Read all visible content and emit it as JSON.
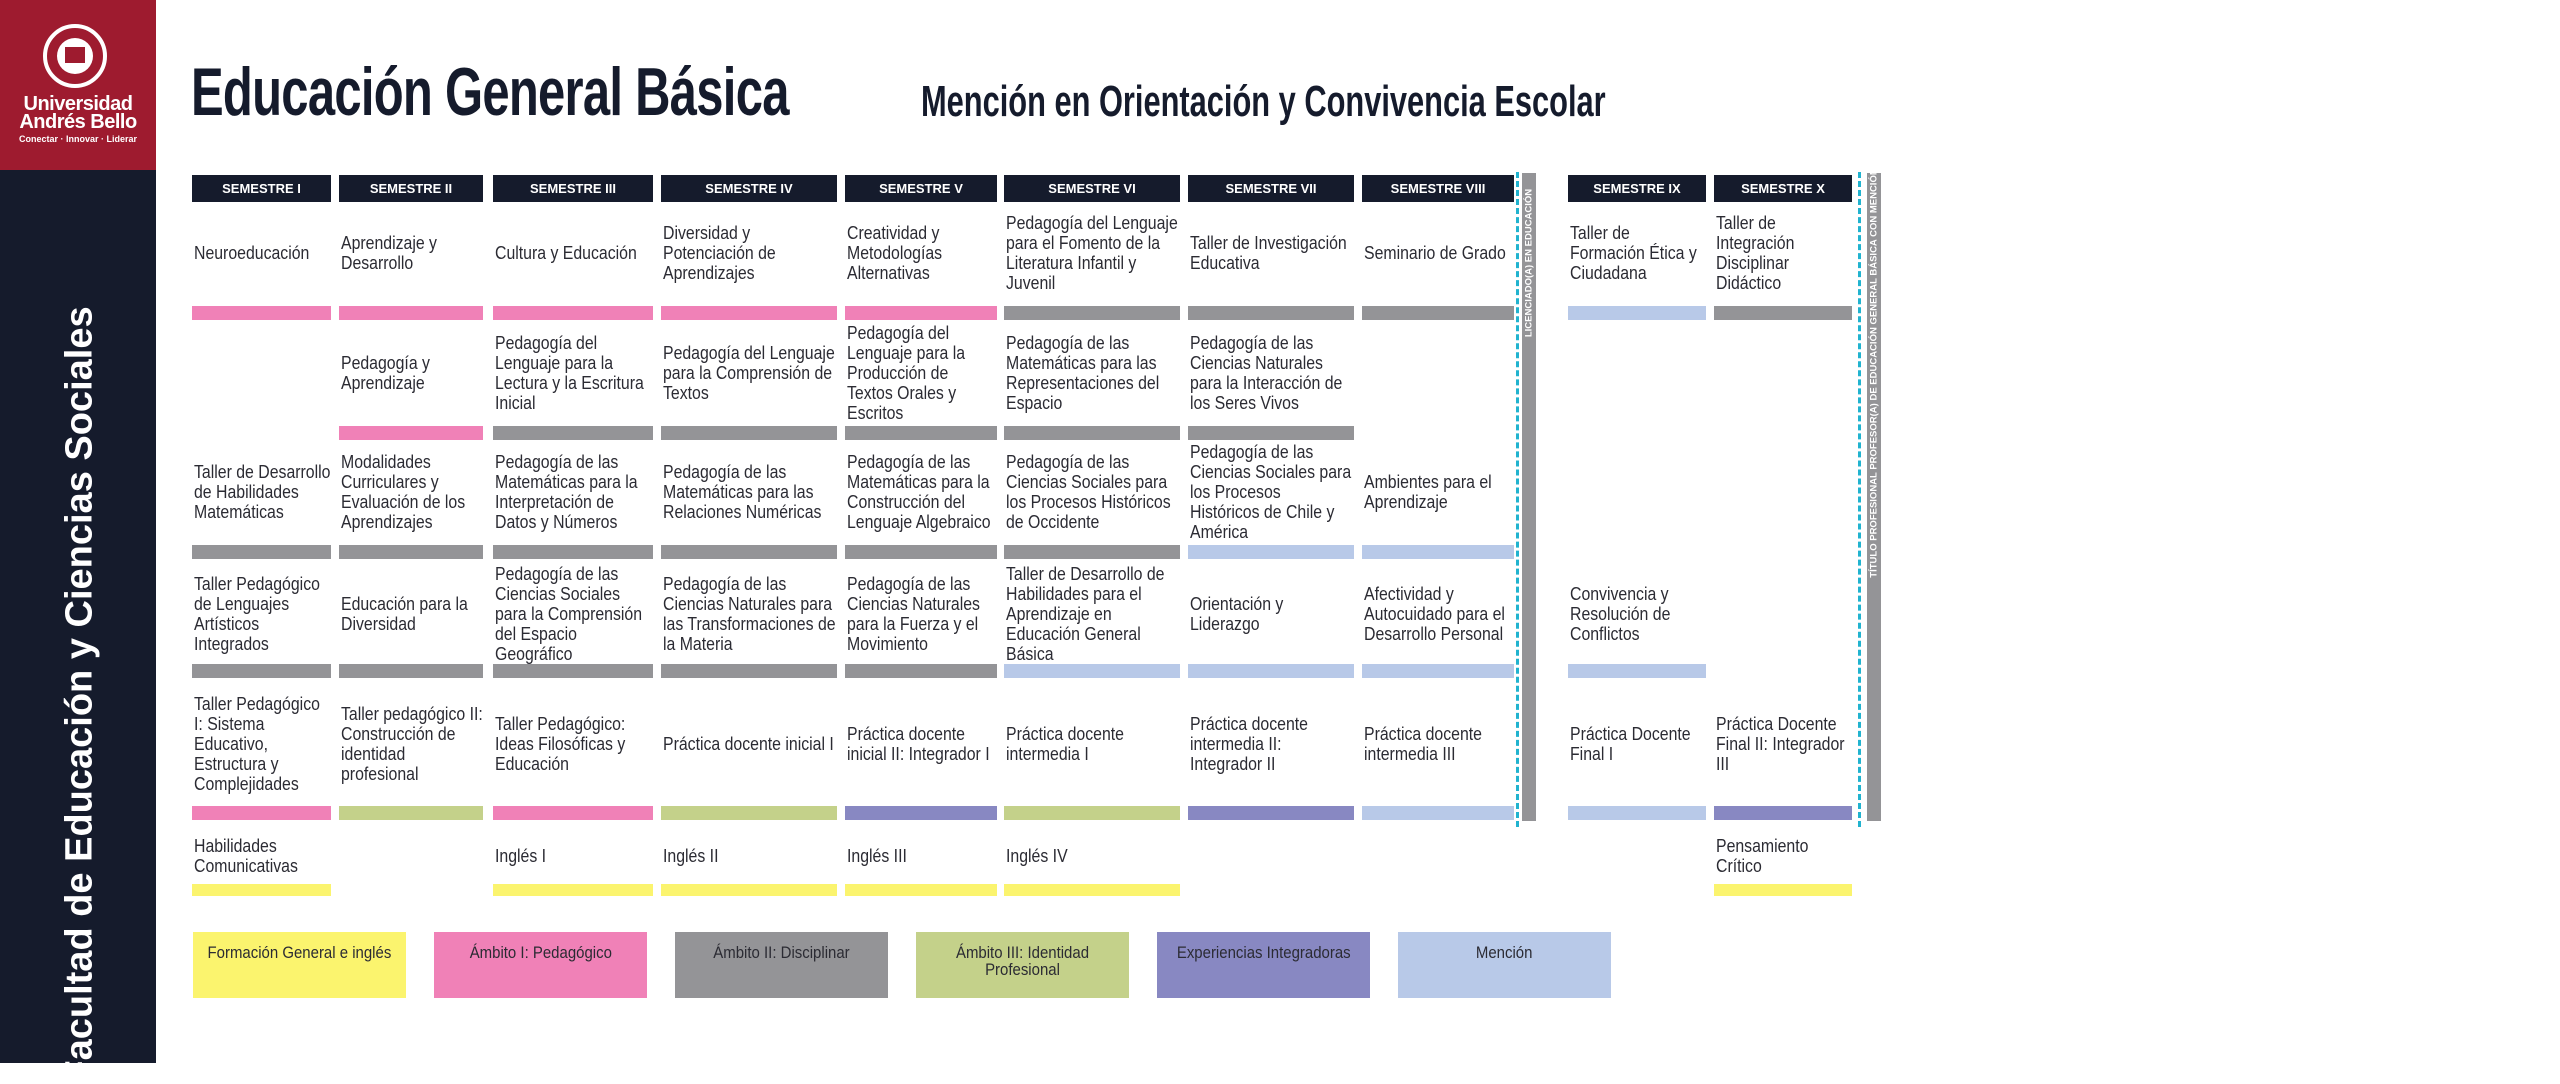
{
  "logo": {
    "line1": "Universidad",
    "line2": "Andrés Bello",
    "tagline": "Conectar · Innovar · Liderar"
  },
  "sidebar": {
    "faculty": "Facultad de Educación y Ciencias Sociales"
  },
  "header": {
    "title": "Educación General Básica",
    "subtitle": "Mención en Orientación y Convivencia Escolar"
  },
  "colors": {
    "formacion": "#fbf46e",
    "ambito1": "#f081b7",
    "ambito2": "#949497",
    "ambito3": "#c4d18a",
    "experiencias": "#8888c2",
    "mencion": "#b8c9e8",
    "navy": "#151b2c",
    "brand": "#9e1b2f"
  },
  "semesters": [
    {
      "name": "SEMESTRE I",
      "courses": [
        {
          "row": 0,
          "text": "Neuroeducación",
          "color": "p"
        },
        {
          "row": 2,
          "text": "Taller de Desarrollo de Habilidades Matemáticas",
          "color": "g"
        },
        {
          "row": 3,
          "text": "Taller Pedagógico de Lenguajes Artísticos Integrados",
          "color": "g"
        },
        {
          "row": 4,
          "text": "Taller Pedagógico I: Sistema Educativo, Estructura y Complejidades",
          "color": "p"
        },
        {
          "row": 5,
          "text": "Habilidades Comunicativas",
          "color": "y"
        }
      ]
    },
    {
      "name": "SEMESTRE II",
      "courses": [
        {
          "row": 0,
          "text": "Aprendizaje y Desarrollo",
          "color": "p"
        },
        {
          "row": 1,
          "text": "Pedagogía y Aprendizaje",
          "color": "p"
        },
        {
          "row": 2,
          "text": "Modalidades Curriculares y Evaluación de los Aprendizajes",
          "color": "g"
        },
        {
          "row": 3,
          "text": "Educación para la Diversidad",
          "color": "g"
        },
        {
          "row": 4,
          "text": "Taller pedagógico II: Construcción de identidad profesional",
          "color": "o"
        }
      ]
    },
    {
      "name": "SEMESTRE III",
      "courses": [
        {
          "row": 0,
          "text": "Cultura y Educación",
          "color": "p"
        },
        {
          "row": 1,
          "text": "Pedagogía del Lenguaje para la Lectura y la Escritura Inicial",
          "color": "g"
        },
        {
          "row": 2,
          "text": "Pedagogía de las Matemáticas para la Interpretación de Datos y Números",
          "color": "g"
        },
        {
          "row": 3,
          "text": "Pedagogía de las Ciencias Sociales para la Comprensión del Espacio Geográfico",
          "color": "g"
        },
        {
          "row": 4,
          "text": "Taller Pedagógico: Ideas Filosóficas y Educación",
          "color": "p"
        },
        {
          "row": 5,
          "text": "Inglés I",
          "color": "y"
        }
      ]
    },
    {
      "name": "SEMESTRE IV",
      "courses": [
        {
          "row": 0,
          "text": "Diversidad y Potenciación de Aprendizajes",
          "color": "p"
        },
        {
          "row": 1,
          "text": "Pedagogía del Lenguaje para la Comprensión de Textos",
          "color": "g"
        },
        {
          "row": 2,
          "text": "Pedagogía de las Matemáticas para las Relaciones Numéricas",
          "color": "g"
        },
        {
          "row": 3,
          "text": "Pedagogía de las Ciencias Naturales para las Transformaciones de la Materia",
          "color": "g"
        },
        {
          "row": 4,
          "text": "Práctica docente inicial I",
          "color": "o"
        },
        {
          "row": 5,
          "text": "Inglés II",
          "color": "y"
        }
      ]
    },
    {
      "name": "SEMESTRE V",
      "courses": [
        {
          "row": 0,
          "text": "Creatividad y Metodologías Alternativas",
          "color": "p"
        },
        {
          "row": 1,
          "text": "Pedagogía del Lenguaje para la Producción de Textos Orales y Escritos",
          "color": "g"
        },
        {
          "row": 2,
          "text": "Pedagogía de las Matemáticas para la Construcción del Lenguaje Algebraico",
          "color": "g"
        },
        {
          "row": 3,
          "text": "Pedagogía de las Ciencias Naturales para la Fuerza y el Movimiento",
          "color": "g"
        },
        {
          "row": 4,
          "text": "Práctica docente inicial II: Integrador I",
          "color": "v"
        },
        {
          "row": 5,
          "text": "Inglés III",
          "color": "y"
        }
      ]
    },
    {
      "name": "SEMESTRE VI",
      "courses": [
        {
          "row": 0,
          "text": "Pedagogía del Lenguaje para el Fomento de la Literatura Infantil y Juvenil",
          "color": "g"
        },
        {
          "row": 1,
          "text": "Pedagogía de las Matemáticas para las Representaciones del Espacio",
          "color": "g"
        },
        {
          "row": 2,
          "text": "Pedagogía de las Ciencias Sociales para los Procesos Históricos de Occidente",
          "color": "g"
        },
        {
          "row": 3,
          "text": "Taller de Desarrollo de Habilidades para el Aprendizaje en Educación General Básica",
          "color": "b"
        },
        {
          "row": 4,
          "text": "Práctica docente intermedia I",
          "color": "o"
        },
        {
          "row": 5,
          "text": "Inglés IV",
          "color": "y"
        }
      ]
    },
    {
      "name": "SEMESTRE VII",
      "courses": [
        {
          "row": 0,
          "text": "Taller de Investigación Educativa",
          "color": "g"
        },
        {
          "row": 1,
          "text": "Pedagogía de las Ciencias Naturales para la Interacción de los Seres Vivos",
          "color": "g"
        },
        {
          "row": 2,
          "text": "Pedagogía de las Ciencias Sociales para los Procesos Históricos de Chile y América",
          "color": "b"
        },
        {
          "row": 3,
          "text": "Orientación y Liderazgo",
          "color": "b"
        },
        {
          "row": 4,
          "text": "Práctica docente intermedia II: Integrador II",
          "color": "v"
        }
      ]
    },
    {
      "name": "SEMESTRE VIII",
      "courses": [
        {
          "row": 0,
          "text": "Seminario de Grado",
          "color": "g"
        },
        {
          "row": 2,
          "text": "Ambientes para el Aprendizaje",
          "color": "b"
        },
        {
          "row": 3,
          "text": "Afectividad y Autocuidado para el Desarrollo Personal",
          "color": "b"
        },
        {
          "row": 4,
          "text": "Práctica docente intermedia III",
          "color": "b"
        }
      ]
    },
    {
      "name": "SEMESTRE IX",
      "courses": [
        {
          "row": 0,
          "text": "Taller de Formación Ética y Ciudadana",
          "color": "b"
        },
        {
          "row": 3,
          "text": "Convivencia y Resolución de Conflictos",
          "color": "b"
        },
        {
          "row": 4,
          "text": "Práctica Docente Final I",
          "color": "b"
        }
      ]
    },
    {
      "name": "SEMESTRE X",
      "courses": [
        {
          "row": 0,
          "text": "Taller de Integración Disciplinar Didáctico",
          "color": "g"
        },
        {
          "row": 4,
          "text": "Práctica Docente Final II: Integrador III",
          "color": "v"
        },
        {
          "row": 5,
          "text": "Pensamiento Crítico",
          "color": "y"
        }
      ]
    }
  ],
  "degrees": {
    "licenciatura": "LICENCIADO(A) EN EDUCACIÓN",
    "titulo": "TÍTULO PROFESIONAL PROFESOR(A) DE EDUCACIÓN GENERAL BÁSICA CON MENCIÓN"
  },
  "legend": [
    {
      "label": "Formación General e inglés",
      "color": "y"
    },
    {
      "label": "Ámbito I: Pedagógico",
      "color": "p"
    },
    {
      "label": "Ámbito II: Disciplinar",
      "color": "g"
    },
    {
      "label": "Ámbito III: Identidad Profesional",
      "color": "o"
    },
    {
      "label": "Experiencias Integradoras",
      "color": "v"
    },
    {
      "label": "Mención",
      "color": "b"
    }
  ]
}
